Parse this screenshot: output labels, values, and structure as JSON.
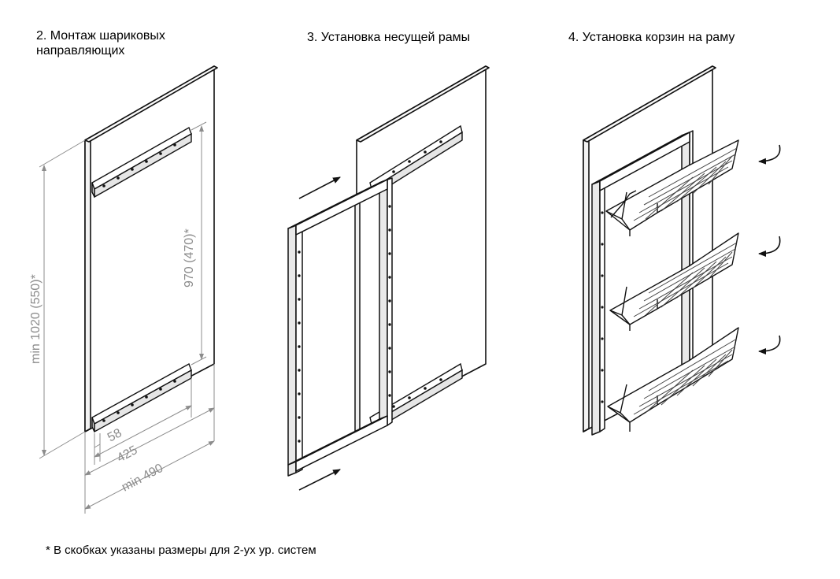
{
  "steps": [
    {
      "title_line1": "2. Монтаж шариковых",
      "title_line2": "направляющих"
    },
    {
      "title": "3. Установка несущей рамы"
    },
    {
      "title": "4. Установка корзин на раму"
    }
  ],
  "dimensions": {
    "height_total": "min 1020 (550)*",
    "height_rails": "970 (470)*",
    "offset": "58",
    "rail_span": "425",
    "width_min": "min 490"
  },
  "footnote": "* В скобках указаны размеры для 2-ух ур. систем",
  "colors": {
    "line": "#111111",
    "dimension": "#8c8c8c",
    "background": "#ffffff"
  },
  "icons": [
    "push-arrow-icon",
    "push-arrow-icon",
    "rotate-arrow-icon",
    "rotate-arrow-icon",
    "rotate-arrow-icon"
  ]
}
